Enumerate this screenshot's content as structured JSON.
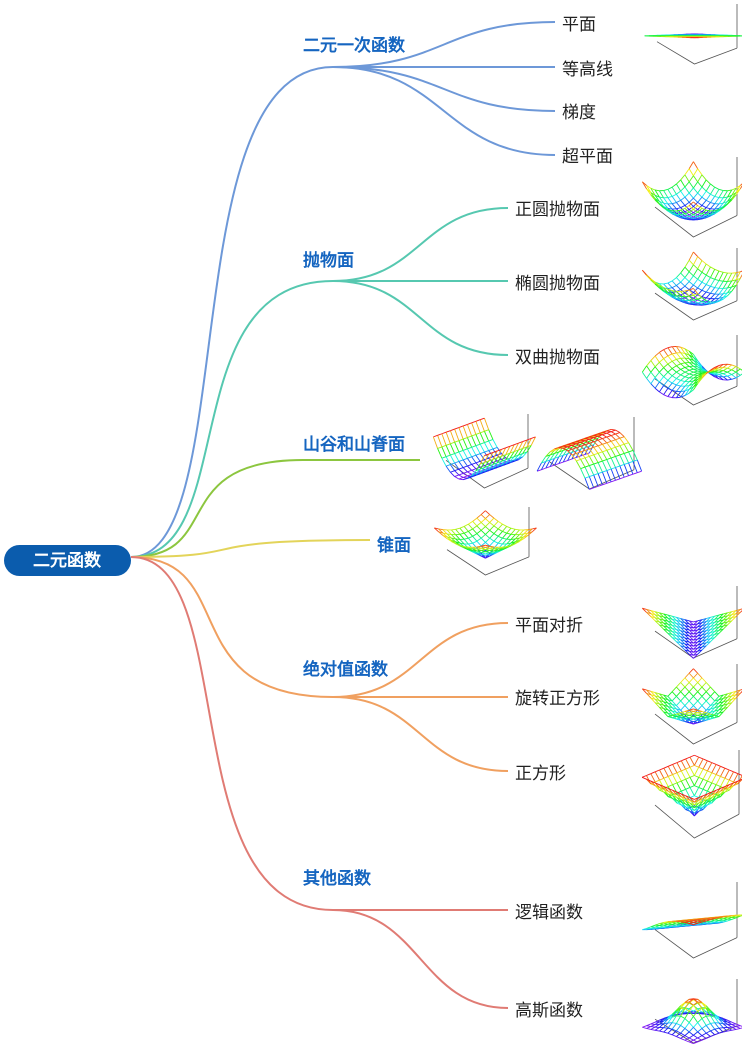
{
  "root": {
    "label": "二元函数",
    "color": "#0b5cad"
  },
  "branches": [
    {
      "id": "linear",
      "label": "二元一次函数",
      "color": "#6d98d8",
      "leaves": [
        {
          "label": "平面",
          "plot": "plane"
        },
        {
          "label": "等高线",
          "plot": ""
        },
        {
          "label": "梯度",
          "plot": ""
        },
        {
          "label": "超平面",
          "plot": ""
        }
      ]
    },
    {
      "id": "paraboloid",
      "label": "抛物面",
      "color": "#56c8b0",
      "leaves": [
        {
          "label": "正圆抛物面",
          "plot": "bowl"
        },
        {
          "label": "椭圆抛物面",
          "plot": "ellipbowl"
        },
        {
          "label": "双曲抛物面",
          "plot": "saddle"
        }
      ]
    },
    {
      "id": "valley",
      "label": "山谷和山脊面",
      "color": "#8cc63f",
      "plots": [
        "valley",
        "ridge"
      ],
      "leaves": []
    },
    {
      "id": "cone",
      "label": "锥面",
      "color": "#e3d45a",
      "plots": [
        "cone"
      ],
      "leaves": []
    },
    {
      "id": "abs",
      "label": "绝对值函数",
      "color": "#f0a060",
      "leaves": [
        {
          "label": "平面对折",
          "plot": "fold"
        },
        {
          "label": "旋转正方形",
          "plot": "diamond"
        },
        {
          "label": "正方形",
          "plot": "pyramid"
        }
      ]
    },
    {
      "id": "other",
      "label": "其他函数",
      "color": "#e07b74",
      "leaves": [
        {
          "label": "逻辑函数",
          "plot": "logistic"
        },
        {
          "label": "高斯函数",
          "plot": "gauss"
        }
      ]
    }
  ]
}
